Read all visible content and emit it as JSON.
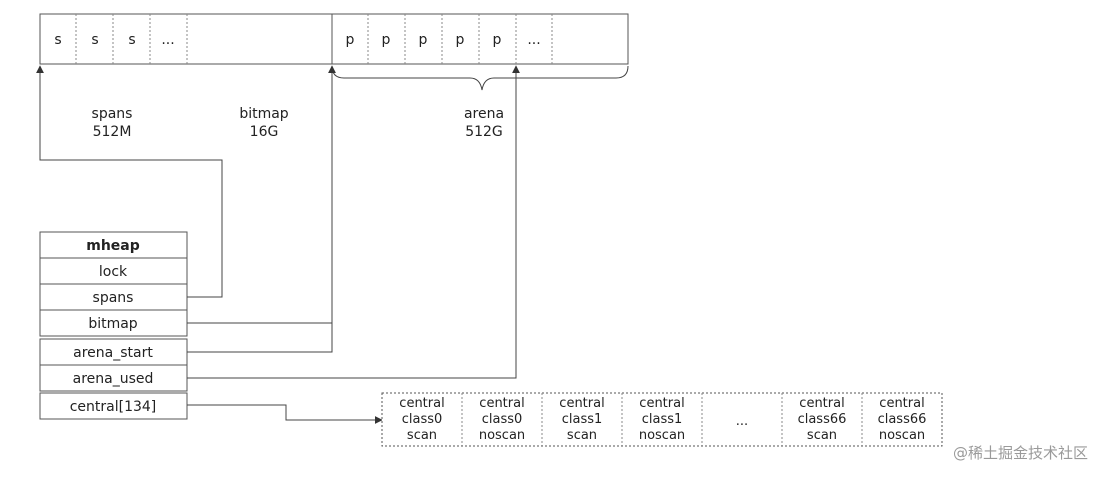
{
  "top_row": {
    "span_cells": [
      "s",
      "s",
      "s",
      "..."
    ],
    "page_cells": [
      "p",
      "p",
      "p",
      "p",
      "p",
      "..."
    ]
  },
  "regions": {
    "spans": {
      "name": "spans",
      "size": "512M"
    },
    "bitmap": {
      "name": "bitmap",
      "size": "16G"
    },
    "arena": {
      "name": "arena",
      "size": "512G"
    }
  },
  "mheap": {
    "title": "mheap",
    "fields": [
      "lock",
      "spans",
      "bitmap",
      "arena_start",
      "arena_used",
      "central[134]"
    ]
  },
  "central": [
    [
      "central",
      "class0",
      "scan"
    ],
    [
      "central",
      "class0",
      "noscan"
    ],
    [
      "central",
      "class1",
      "scan"
    ],
    [
      "central",
      "class1",
      "noscan"
    ],
    [
      "..."
    ],
    [
      "central",
      "class66",
      "scan"
    ],
    [
      "central",
      "class66",
      "noscan"
    ]
  ],
  "watermark": "@稀土掘金技术社区"
}
